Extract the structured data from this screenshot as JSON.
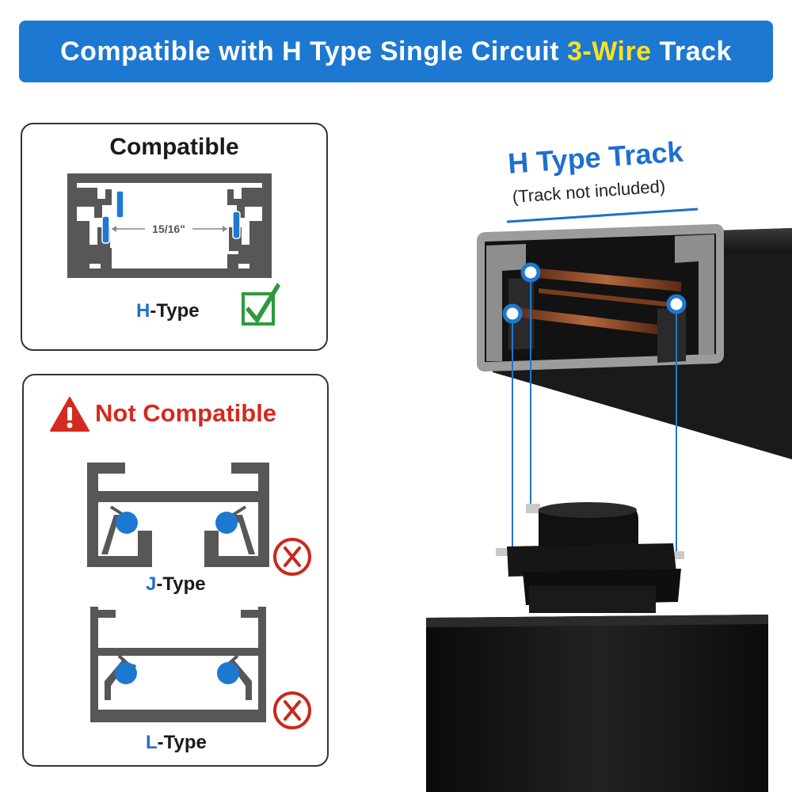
{
  "banner": {
    "text_before": "Compatible with H Type Single Circuit ",
    "text_highlight": "3-Wire",
    "text_after": " Track",
    "background": "#1d78d2",
    "highlight_color": "#ffe11a"
  },
  "compatible": {
    "title": "Compatible",
    "dimension": "15/16\"",
    "type_letter": "H",
    "type_suffix": "-Type",
    "check_icon": "green-checkmark-icon",
    "check_color": "#2e9a3a"
  },
  "not_compatible": {
    "title": "Not Compatible",
    "warning_icon": "warning-triangle-icon",
    "title_color": "#d42a1f",
    "types": [
      {
        "letter": "J",
        "suffix": "-Type",
        "icon": "red-x-icon"
      },
      {
        "letter": "L",
        "suffix": "-Type",
        "icon": "red-x-icon"
      }
    ]
  },
  "product": {
    "track_title": "H Type Track",
    "track_note": "(Track not included)",
    "accent": "#1e6fd0"
  }
}
